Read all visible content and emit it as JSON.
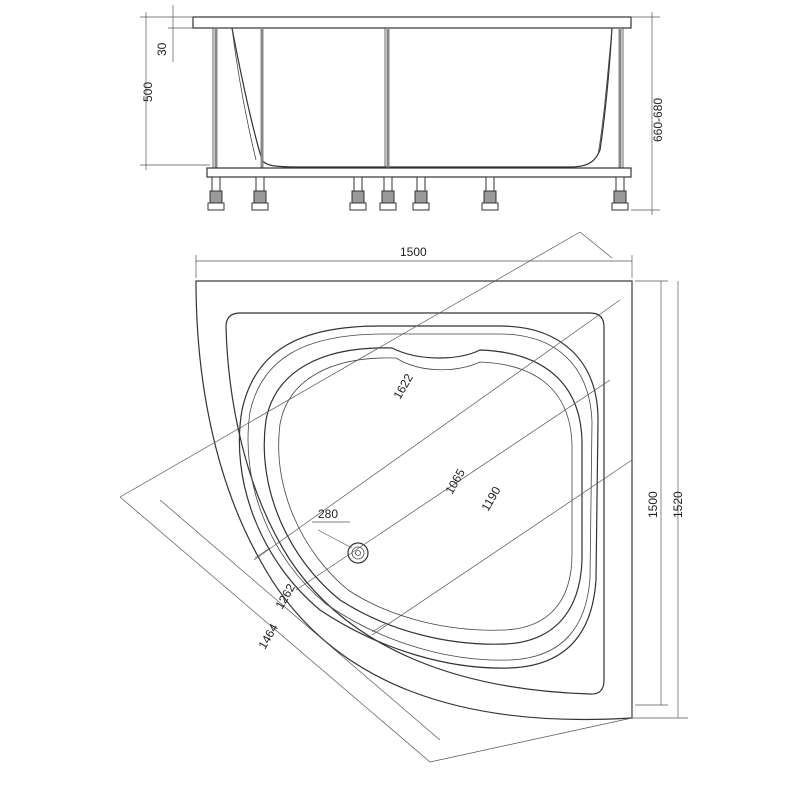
{
  "side_view": {
    "height_label": "500",
    "rim_label": "30",
    "leg_range_label": "660-680"
  },
  "plan_view": {
    "width_label": "1500",
    "depth_inner_label": "1500",
    "depth_outer_label": "1520",
    "diagonal_label": "1622",
    "bowl_inner_label": "1065",
    "bowl_outer_label": "1190",
    "drain_offset_label": "280",
    "front_inner_label": "1262",
    "front_outer_label": "1464"
  }
}
